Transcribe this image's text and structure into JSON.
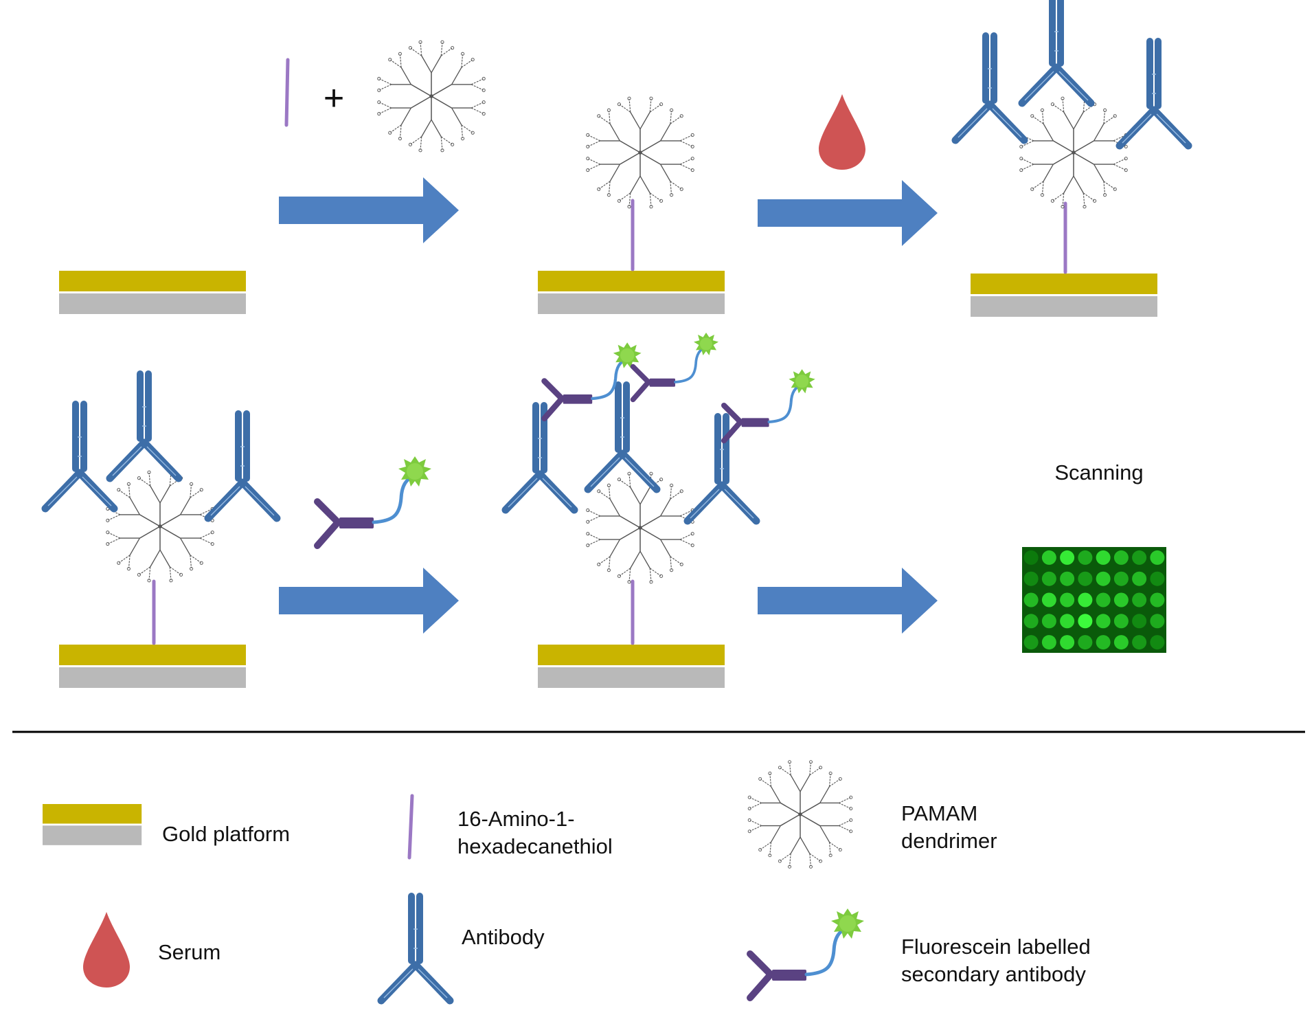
{
  "colors": {
    "gold": "#C9B400",
    "silver": "#B9B9B9",
    "arrow": "#4E80C1",
    "antibody": "#3D6EA8",
    "linker": "#9B78C4",
    "serum": "#CF5454",
    "secondary": "#5A4282",
    "tether": "#4E8FD1",
    "fluor": "#7DCB3E",
    "dendrimer": "#555555",
    "divider": "#000000",
    "scan_bg": "#0A5A0A",
    "scan_well": "#2BC02B"
  },
  "top": {
    "plus": "+"
  },
  "steps": {
    "scanning": "Scanning"
  },
  "icons": {
    "gold": "gold-platform-icon",
    "linker": "linker-icon",
    "dendrimer": "dendrimer-icon",
    "serum": "serum-drop-icon",
    "antibody": "antibody-icon",
    "secondary": "fluorescein-secondary-antibody-icon",
    "arrow": "arrow-right-icon",
    "scan": "fluorescence-scan-grid-icon"
  },
  "legend": {
    "gold": "Gold platform",
    "linker_1": "16-Amino-1-",
    "linker_2": "hexadecanethiol",
    "dendrimer_1": "PAMAM",
    "dendrimer_2": "dendrimer",
    "serum": "Serum",
    "antibody": "Antibody",
    "secondary_1": "Fluorescein labelled",
    "secondary_2": "secondary antibody"
  }
}
